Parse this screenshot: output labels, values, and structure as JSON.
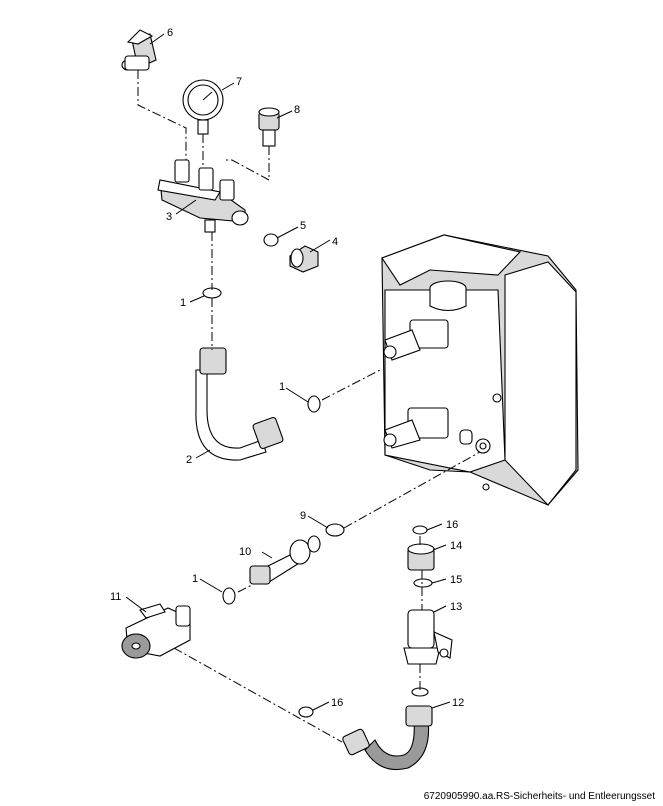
{
  "callouts": {
    "c1a": "1",
    "c1b": "1",
    "c1c": "1",
    "c2": "2",
    "c3": "3",
    "c4": "4",
    "c5": "5",
    "c6": "6",
    "c7": "7",
    "c8": "8",
    "c9": "9",
    "c10": "10",
    "c11": "11",
    "c12": "12",
    "c13": "13",
    "c14": "14",
    "c15": "15",
    "c16a": "16",
    "c16b": "16"
  },
  "caption": "6720905990.aa.RS-Sicherheits- und Entleerungsset"
}
